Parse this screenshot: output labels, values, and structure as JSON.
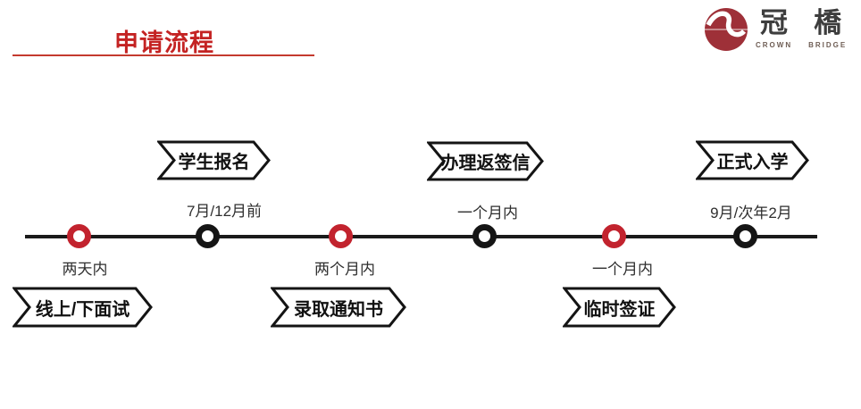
{
  "header": {
    "title": "申请流程",
    "logo": {
      "zh_first": "冠",
      "zh_second": "橋",
      "en_first": "CROWN",
      "en_second": "BRIDGE"
    }
  },
  "colors": {
    "title_red": "#c42323",
    "underline_red": "#c43a2e",
    "node_red": "#c2232e",
    "node_black": "#151515",
    "timeline_black": "#1a1a1a",
    "logo_red": "#9e3038"
  },
  "timeline": {
    "steps": [
      {
        "stage": "线上/下面试",
        "duration": "两天内",
        "side": "below",
        "node_color": "red"
      },
      {
        "stage": "学生报名",
        "duration": "7月/12月前",
        "side": "above",
        "node_color": "black"
      },
      {
        "stage": "录取通知书",
        "duration": "两个月内",
        "side": "below",
        "node_color": "red"
      },
      {
        "stage": "办理返签信",
        "duration": "一个月内",
        "side": "above",
        "node_color": "black"
      },
      {
        "stage": "临时签证",
        "duration": "一个月内",
        "side": "below",
        "node_color": "red"
      },
      {
        "stage": "正式入学",
        "duration": "9月/次年2月",
        "side": "above",
        "node_color": "black"
      }
    ]
  }
}
